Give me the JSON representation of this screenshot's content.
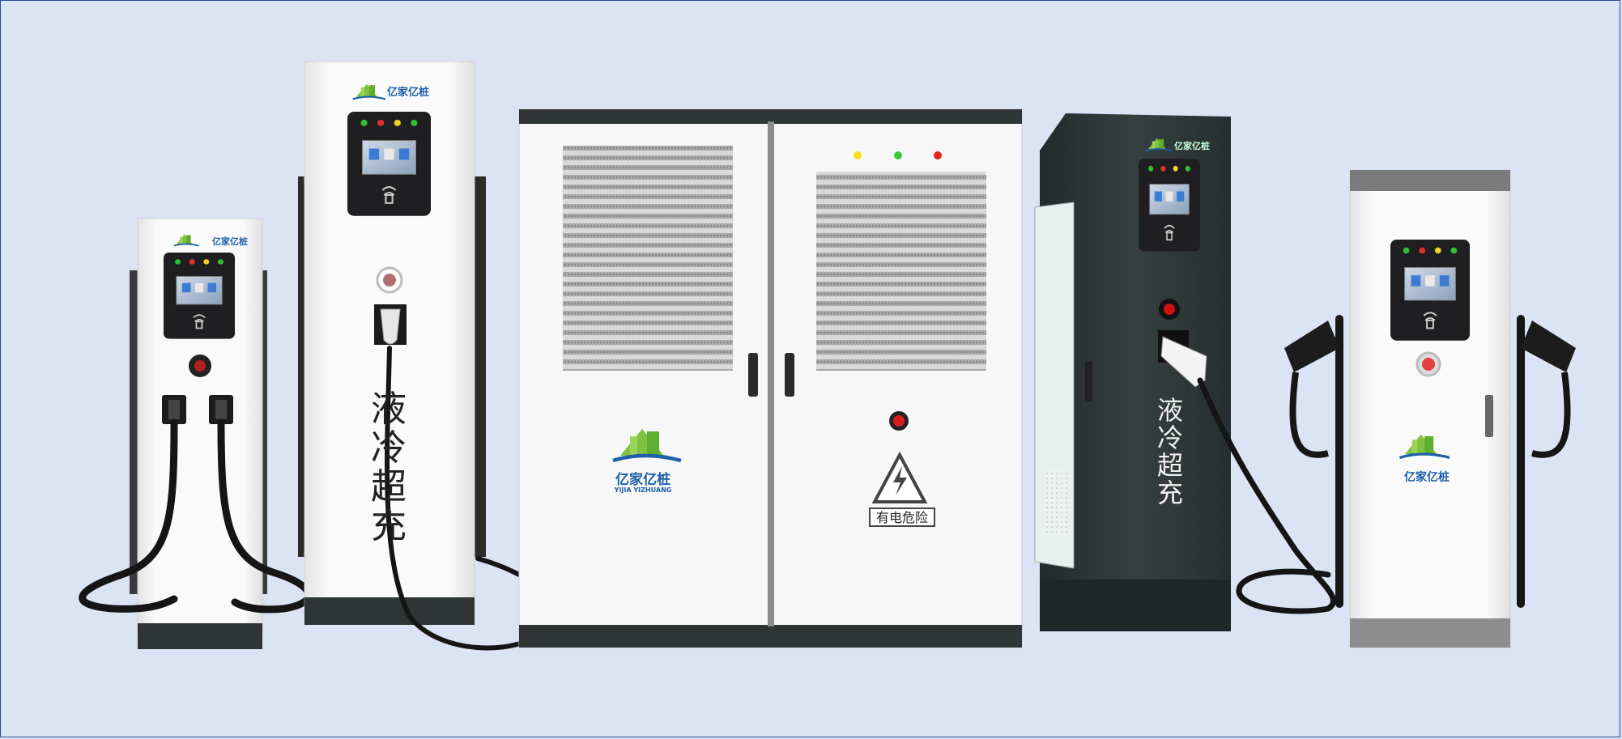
{
  "brand": {
    "name_cn": "亿家亿桩",
    "name_en": "YIJIA YIZHUANG"
  },
  "slogan": {
    "chars": [
      "液",
      "冷",
      "超",
      "充"
    ]
  },
  "warning": {
    "label": "有电危险"
  },
  "colors": {
    "background": "#dbe4f5",
    "frame_border": "#2b4a9a",
    "cabinet_white": "#f7f7f7",
    "cabinet_dark": "#2f3a3a",
    "logo_green": "#7fc241",
    "logo_blue": "#1d5fa8",
    "light_yellow": "#f2e21c",
    "light_green": "#3fc43f",
    "light_red": "#e62020"
  },
  "icons": [
    "logo-icon",
    "rfid-card-icon",
    "emergency-stop-icon",
    "high-voltage-warning-icon",
    "charging-connector-icon"
  ]
}
